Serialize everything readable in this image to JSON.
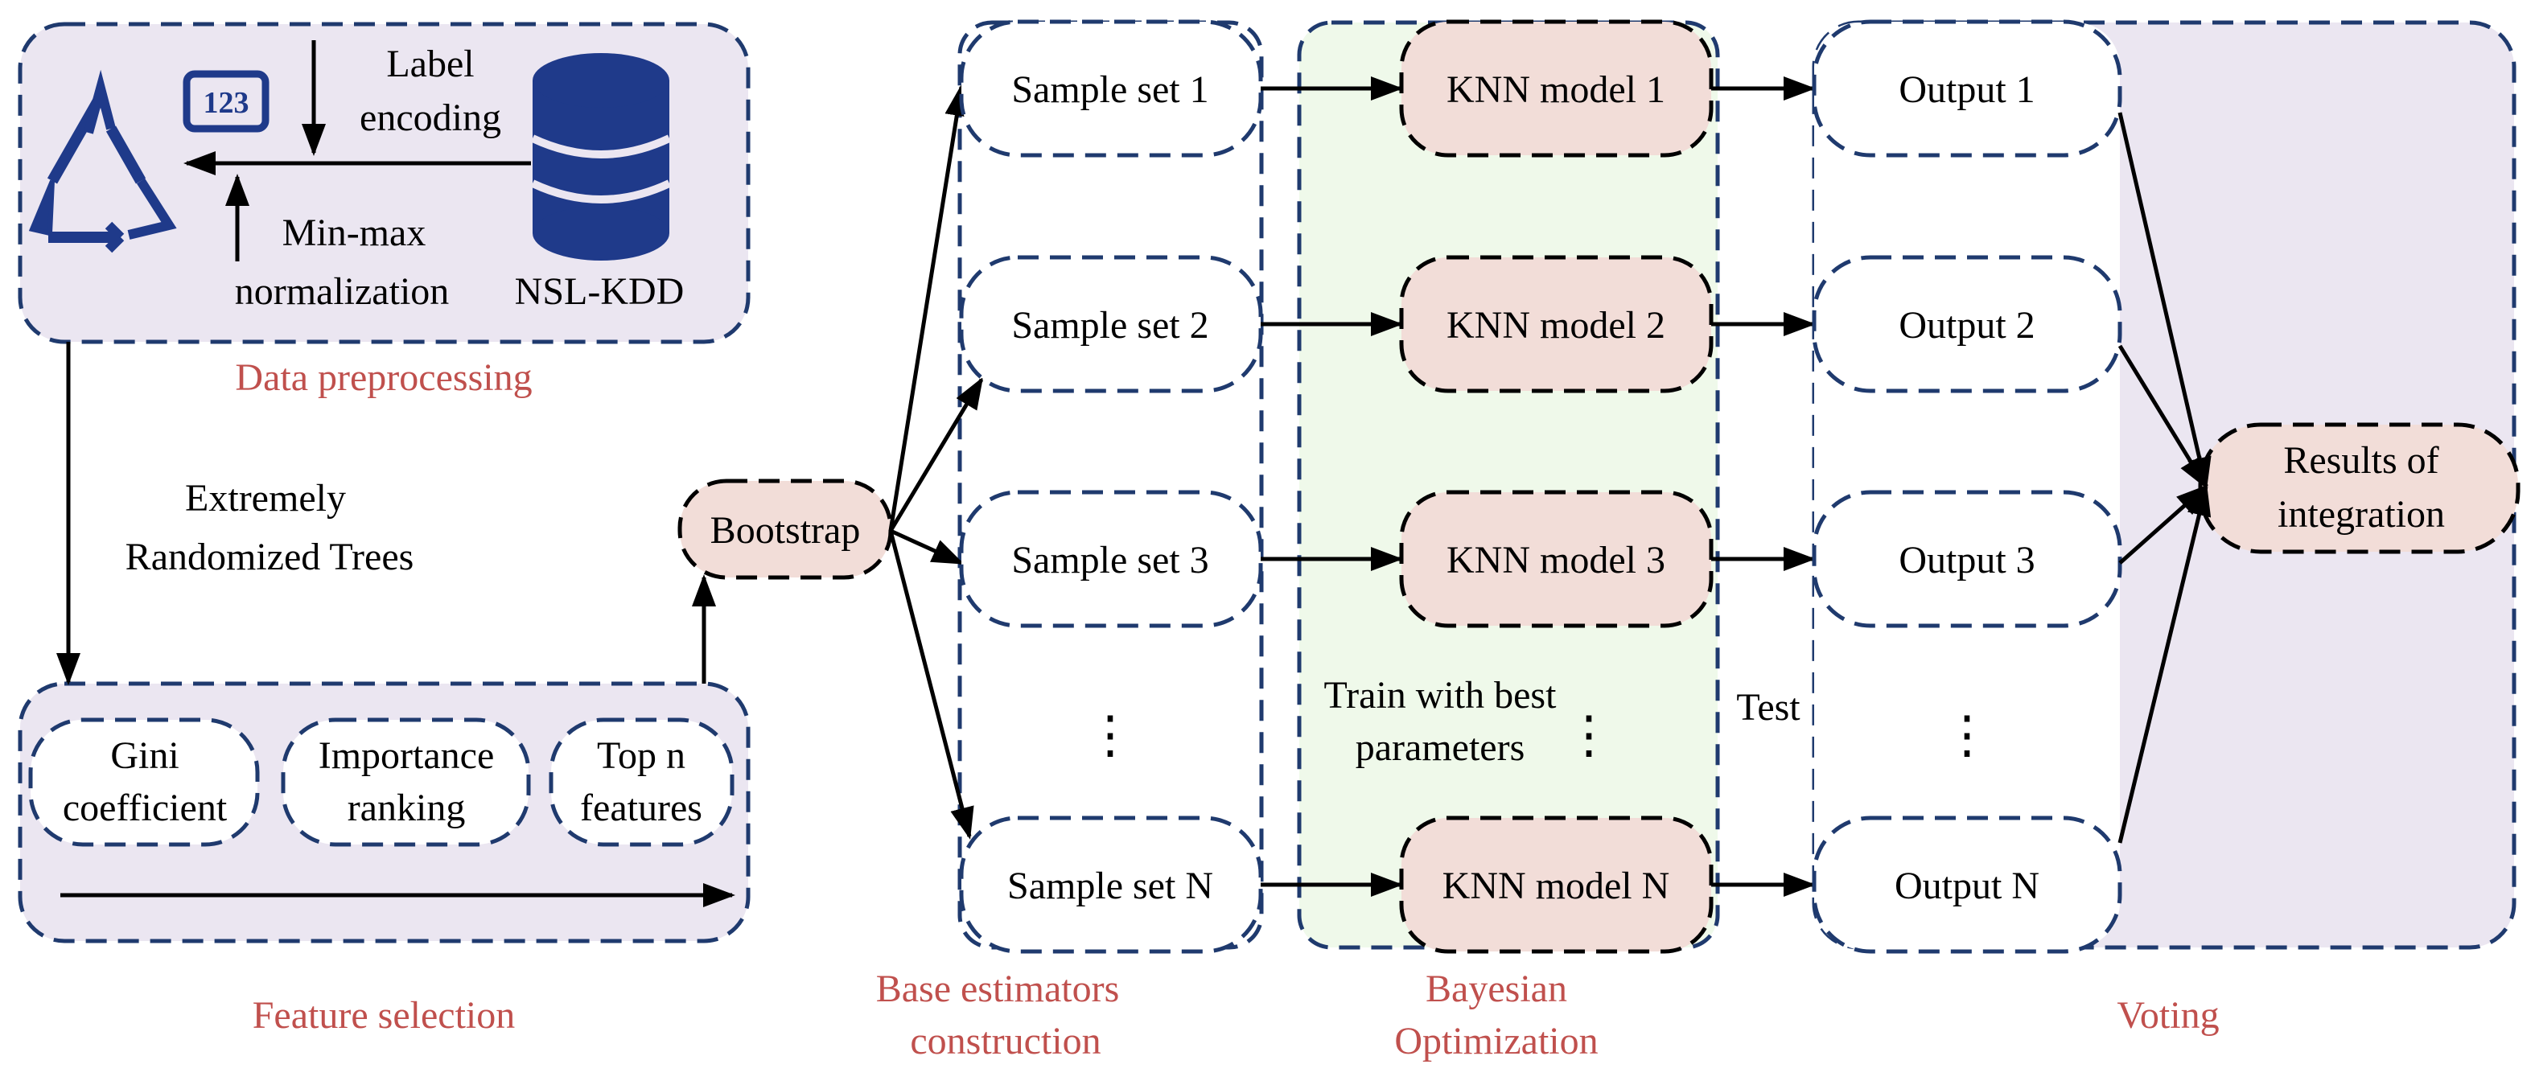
{
  "colors": {
    "border": "#1f3a6e",
    "panel_fill": "#ebe6f1",
    "pink_fill": "#f2ddd8",
    "green_fill": "#eff9ea",
    "caption": "#c0504d",
    "icon": "#1f3a8a",
    "arrow": "#000000"
  },
  "preprocessing": {
    "label_encoding_line1": "Label",
    "label_encoding_line2": "encoding",
    "minmax_line1": "Min-max",
    "minmax_line2": "normalization",
    "dataset": "NSL-KDD",
    "icon_digits": "123",
    "caption": "Data preprocessing"
  },
  "extra_trees": {
    "line1": "Extremely",
    "line2": "Randomized Trees"
  },
  "feature_selection": {
    "gini_line1": "Gini",
    "gini_line2": "coefficient",
    "importance_line1": "Importance",
    "importance_line2": "ranking",
    "topn_line1": "Top n",
    "topn_line2": "features",
    "caption": "Feature  selection"
  },
  "bootstrap": "Bootstrap",
  "sample_sets": [
    "Sample set 1",
    "Sample set 2",
    "Sample set 3",
    "Sample set N"
  ],
  "knn_models": [
    "KNN model 1",
    "KNN model 2",
    "KNN model 3",
    "KNN model N"
  ],
  "outputs": [
    "Output 1",
    "Output 2",
    "Output 3",
    "Output N"
  ],
  "ellipsis": "⋮",
  "train_line1": "Train with best",
  "train_line2": "parameters",
  "test_label": "Test",
  "results_line1": "Results of",
  "results_line2": "integration",
  "captions": {
    "base_line1": "Base estimators",
    "base_line2": "construction",
    "bayes_line1": "Bayesian",
    "bayes_line2": "Optimization",
    "voting": "Voting"
  }
}
